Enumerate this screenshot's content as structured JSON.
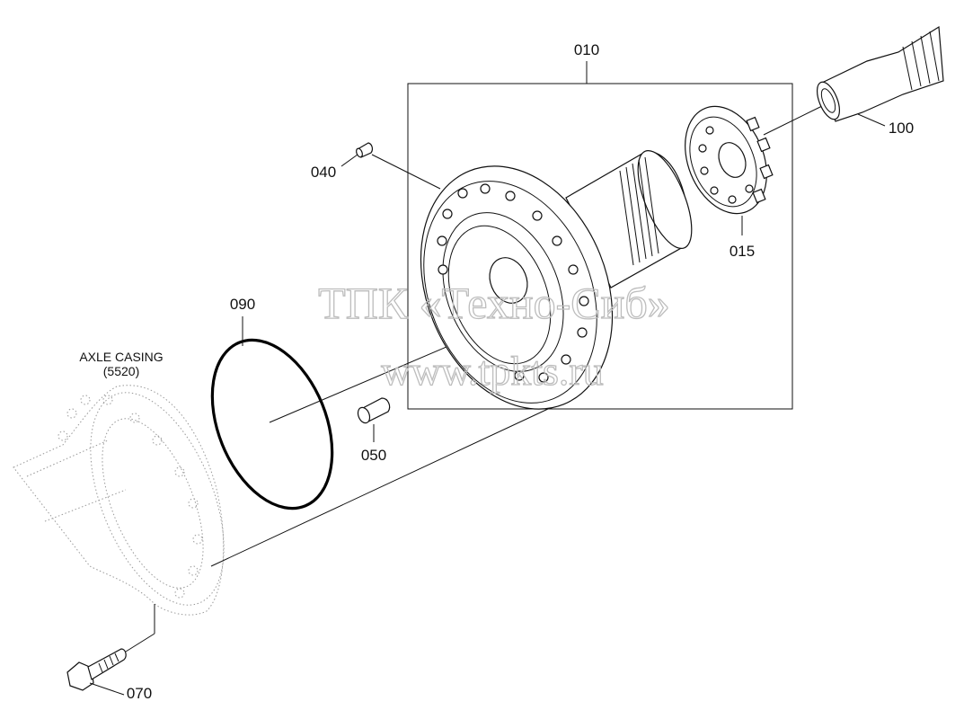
{
  "diagram": {
    "labels": {
      "p010": "010",
      "p015": "015",
      "p040": "040",
      "p050": "050",
      "p070": "070",
      "p090": "090",
      "p100": "100",
      "axle_line1": "AXLE CASING",
      "axle_line2": "(5520)"
    },
    "watermark": {
      "line1": "ТПК «Техно-Сиб»",
      "line2": "www.tpkts.ru"
    }
  }
}
